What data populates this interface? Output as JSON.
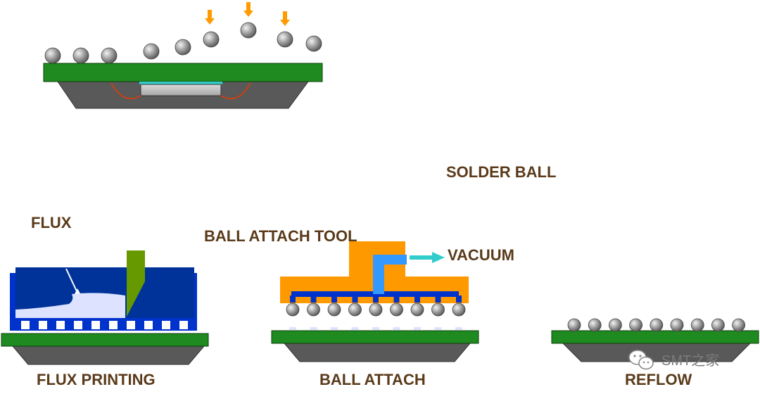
{
  "labels": {
    "solder_ball": "SOLDER BALL",
    "flux": "FLUX",
    "ball_attach_tool": "BALL ATTACH TOOL",
    "vacuum": "VACUUM",
    "flux_printing": "FLUX PRINTING",
    "ball_attach": "BALL ATTACH",
    "reflow": "REFLOW"
  },
  "watermark": {
    "text": "SMT之家",
    "icon": "wechat-icon"
  },
  "colors": {
    "substrate_green": "#1f8a1f",
    "mold_gray": "#595959",
    "solder_ball_gray": "#9a9a9a",
    "arrow_orange": "#ff9a00",
    "tool_orange": "#ff9900",
    "vacuum_blue": "#3399ff",
    "vacuum_arrow_cyan": "#33cccc",
    "stencil_blue": "#0033cc",
    "flux_navy": "#003399",
    "squeegee_green": "#669900",
    "label_brown": "#5a3a1a"
  }
}
